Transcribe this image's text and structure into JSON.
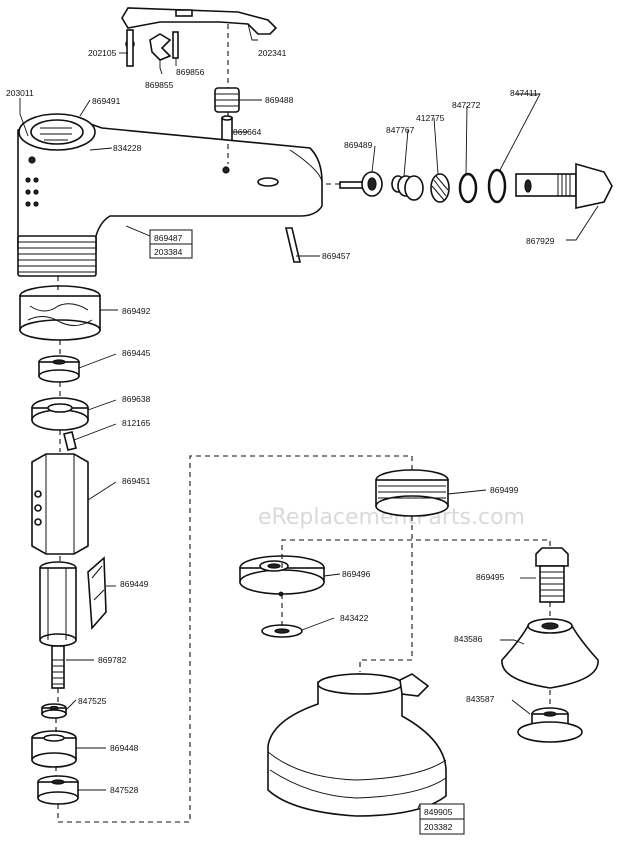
{
  "watermark": "eReplacementParts.com",
  "labels": {
    "p202105": "202105",
    "p869855": "869855",
    "p869856": "869856",
    "p202341": "202341",
    "p869488": "869488",
    "p203011": "203011",
    "p869491": "869491",
    "p834228": "834228",
    "p869664": "869664",
    "p869489": "869489",
    "p847767": "847767",
    "p412775": "412775",
    "p847272": "847272",
    "p847411": "847411",
    "p867929": "867929",
    "p869457": "869457",
    "p869492": "869492",
    "p869445": "869445",
    "p869638": "869638",
    "p812165": "812165",
    "p869451": "869451",
    "p869499": "869499",
    "p869496": "869496",
    "p869495": "869495",
    "p869449": "869449",
    "p843422": "843422",
    "p843586": "843586",
    "p869782": "869782",
    "p847525": "847525",
    "p843587": "843587",
    "p869448": "869448",
    "p847528": "847528"
  },
  "boxes": {
    "housing_top": "869487",
    "housing_bottom": "203384",
    "guard_top": "849905",
    "guard_bottom": "203382"
  }
}
